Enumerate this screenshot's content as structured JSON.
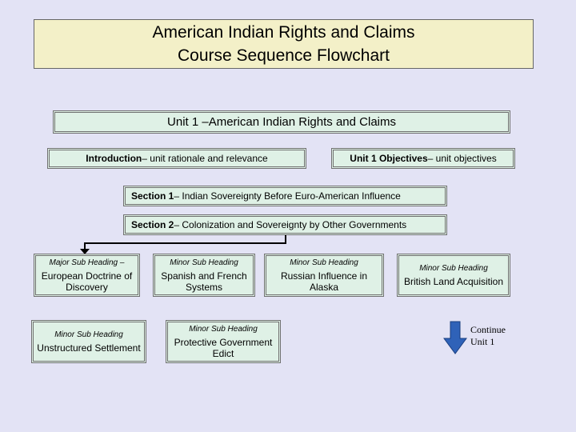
{
  "title": {
    "line1": "American Indian Rights and Claims",
    "line2": "Course Sequence Flowchart"
  },
  "unit": {
    "label": "Unit 1 –American Indian Rights and Claims"
  },
  "intro": {
    "bold": "Introduction",
    "rest": " – unit rationale and relevance"
  },
  "objectives": {
    "bold": "Unit 1 Objectives",
    "rest": " – unit objectives"
  },
  "section1": {
    "bold": "Section 1",
    "rest": " – Indian Sovereignty Before Euro-American Influence"
  },
  "section2": {
    "bold": "Section 2",
    "rest": " – Colonization and Sovereignty by Other Governments"
  },
  "subs": [
    {
      "heading": "Major Sub Heading –",
      "text": "European Doctrine of Discovery"
    },
    {
      "heading": "Minor Sub Heading",
      "text": "Spanish and French Systems"
    },
    {
      "heading": "Minor Sub Heading",
      "text": "Russian Influence in Alaska"
    },
    {
      "heading": "Minor Sub Heading",
      "text": "British Land Acquisition"
    },
    {
      "heading": "Minor Sub Heading",
      "text": "Unstructured Settlement"
    },
    {
      "heading": "Minor Sub Heading",
      "text": "Protective Government Edict"
    }
  ],
  "continue": {
    "line1": "Continue",
    "line2": "Unit 1"
  },
  "colors": {
    "background": "#e3e3f5",
    "title_fill": "#f3f0c8",
    "box_fill": "#dff1e6",
    "arrow": "#2f62b8"
  }
}
